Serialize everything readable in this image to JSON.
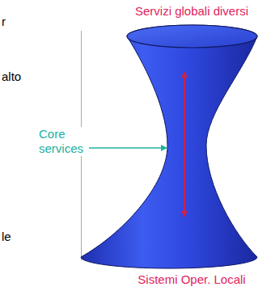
{
  "diagram": {
    "labels": [
      "r",
      "alto",
      "Servizi globali diversi",
      "Core services",
      "le",
      "Sistemi Oper. Locali"
    ]
  }
}
